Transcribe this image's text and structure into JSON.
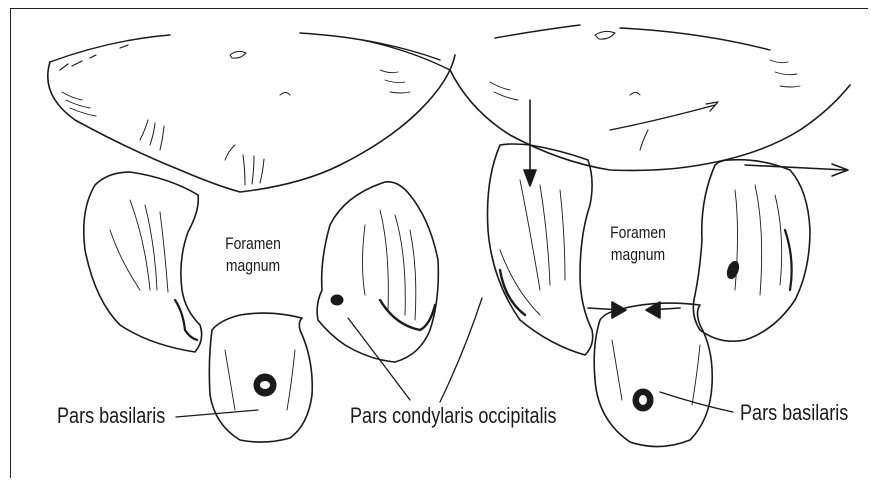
{
  "labels": {
    "foramen_left_line1": "Foramen",
    "foramen_left_line2": "magnum",
    "foramen_right_line1": "Foramen",
    "foramen_right_line2": "magnum",
    "pars_basilaris_left": "Pars basilaris",
    "pars_condylaris": "Pars condylaris occipitalis",
    "pars_basilaris_right": "Pars basilaris"
  },
  "colors": {
    "ink": "#1a1a1a",
    "background": "#ffffff"
  }
}
